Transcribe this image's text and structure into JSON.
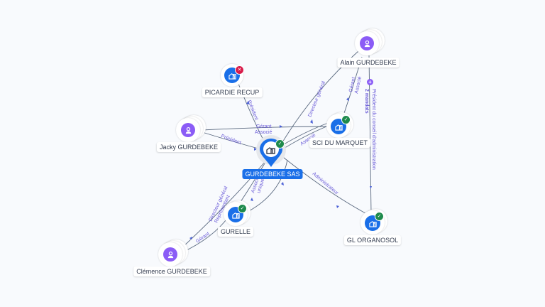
{
  "nodes": {
    "gurdebeke_sas": {
      "label": "GURDEBEKE SAS",
      "type": "company",
      "status": "active",
      "icon": "building-icon",
      "selected": true
    },
    "picardie_recup": {
      "label": "PICARDIE RECUP",
      "type": "company",
      "status": "closed",
      "icon": "building-icon"
    },
    "sci_du_marquet": {
      "label": "SCI DU MARQUET",
      "type": "company",
      "status": "active",
      "icon": "building-icon"
    },
    "gurelle": {
      "label": "GURELLE",
      "type": "company",
      "status": "active",
      "icon": "building-icon"
    },
    "gl_organosol": {
      "label": "GL ORGANOSOL",
      "type": "company",
      "status": "active",
      "icon": "building-icon"
    },
    "alain": {
      "label": "Alain GURDEBEKE",
      "type": "person",
      "icon": "person-icon"
    },
    "jacky": {
      "label": "Jacky GURDEBEKE",
      "type": "person",
      "icon": "person-icon"
    },
    "clemence": {
      "label": "Clémence GURDEBEKE",
      "type": "person",
      "icon": "person-icon"
    }
  },
  "edges": [
    {
      "from": "picardie_recup",
      "to": "gurdebeke_sas",
      "label": "Président"
    },
    {
      "from": "jacky",
      "to": "gurdebeke_sas",
      "label": "Président"
    },
    {
      "from": "jacky",
      "to": "sci_du_marquet",
      "label": "Gérant / Associé"
    },
    {
      "from": "alain",
      "to": "gurdebeke_sas",
      "label": "Directeur général"
    },
    {
      "from": "alain",
      "to": "sci_du_marquet",
      "label": "Gérant / Associé"
    },
    {
      "from": "alain",
      "to": "gl_organosol",
      "label": "Président du conseil d'administration",
      "extra": "2 mandats"
    },
    {
      "from": "gurdebeke_sas",
      "to": "sci_du_marquet",
      "label": "Associé"
    },
    {
      "from": "gurdebeke_sas",
      "to": "gl_organosol",
      "label": "Administrateur"
    },
    {
      "from": "gurdebeke_sas",
      "to": "gurelle",
      "label": "Associé unique"
    },
    {
      "from": "clemence",
      "to": "gurdebeke_sas",
      "label": "Directeur général / Représentant"
    },
    {
      "from": "clemence",
      "to": "gurelle",
      "label": "Gérant"
    }
  ],
  "colors": {
    "company": "#1a6fe8",
    "person": "#8b5cf6",
    "active": "#1e8a4c",
    "closed": "#d81b4a",
    "edge_label": "#6a5bd8"
  },
  "badges": {
    "ok_glyph": "✓",
    "ko_glyph": "✕",
    "plus_glyph": "+"
  }
}
